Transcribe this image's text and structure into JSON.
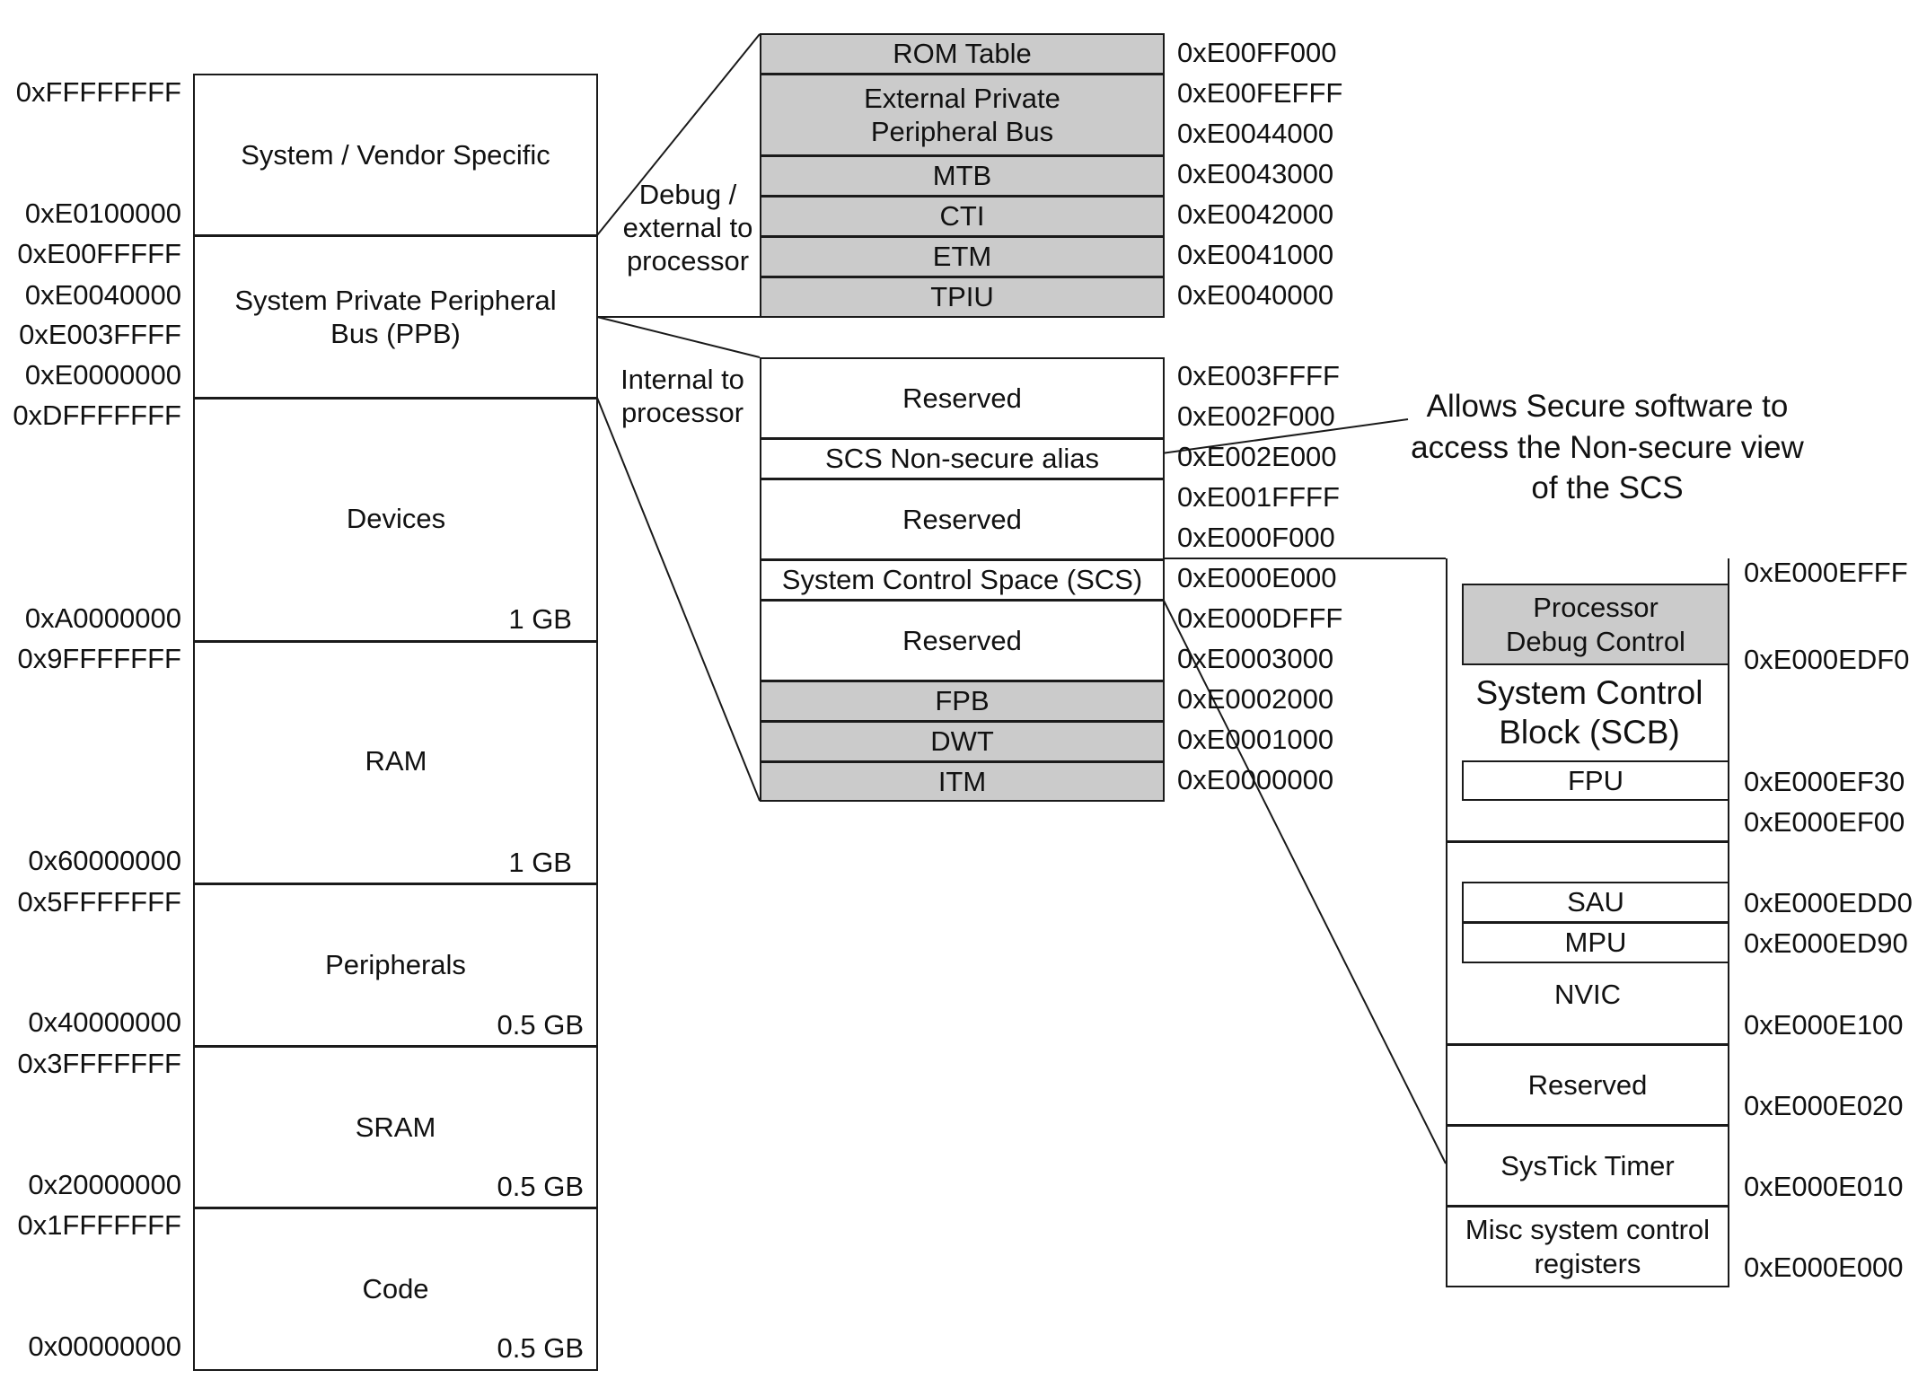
{
  "memory_map": {
    "regions": [
      {
        "label": "System / Vendor Specific"
      },
      {
        "label": "System Private Peripheral Bus (PPB)"
      },
      {
        "label": "Devices",
        "size": "1 GB"
      },
      {
        "label": "RAM",
        "size": "1 GB"
      },
      {
        "label": "Peripherals",
        "size": "0.5 GB"
      },
      {
        "label": "SRAM",
        "size": "0.5 GB"
      },
      {
        "label": "Code",
        "size": "0.5 GB"
      }
    ],
    "addresses": [
      "0xFFFFFFFF",
      "0xE0100000",
      "0xE00FFFFF",
      "0xE0040000",
      "0xE003FFFF",
      "0xE0000000",
      "0xDFFFFFFF",
      "0xA0000000",
      "0x9FFFFFFF",
      "0x60000000",
      "0x5FFFFFFF",
      "0x40000000",
      "0x3FFFFFFF",
      "0x20000000",
      "0x1FFFFFFF",
      "0x00000000"
    ]
  },
  "debug_block": {
    "label": "Debug / external to processor",
    "components": [
      "ROM Table",
      "External Private Peripheral Bus",
      "MTB",
      "CTI",
      "ETM",
      "TPIU"
    ],
    "addresses": [
      "0xE00FF000",
      "0xE00FEFFF",
      "0xE0044000",
      "0xE0043000",
      "0xE0042000",
      "0xE0041000",
      "0xE0040000"
    ]
  },
  "internal_block": {
    "label": "Internal to processor",
    "components": [
      "Reserved",
      "SCS Non-secure alias",
      "Reserved",
      "System Control Space (SCS)",
      "Reserved",
      "FPB",
      "DWT",
      "ITM"
    ],
    "addresses": [
      "0xE003FFFF",
      "0xE002F000",
      "0xE002E000",
      "0xE001FFFF",
      "0xE000F000",
      "0xE000E000",
      "0xE000DFFF",
      "0xE0003000",
      "0xE0002000",
      "0xE0001000",
      "0xE0000000"
    ]
  },
  "annotation": "Allows Secure software to access the Non-secure view of the SCS",
  "scs_block": {
    "scb_label": "System Control Block (SCB)",
    "components": [
      "Processor Debug Control",
      "FPU",
      "SAU",
      "MPU",
      "NVIC",
      "Reserved",
      "SysTick Timer",
      "Misc system control registers"
    ],
    "addresses": [
      "0xE000EFFF",
      "0xE000EDF0",
      "0xE000EF30",
      "0xE000EF00",
      "0xE000EDD0",
      "0xE000ED90",
      "0xE000E100",
      "0xE000E020",
      "0xE000E010",
      "0xE000E000"
    ]
  },
  "colors": {
    "line": "#1a1a1a",
    "shaded": "#cbcbcb",
    "background": "#ffffff"
  }
}
